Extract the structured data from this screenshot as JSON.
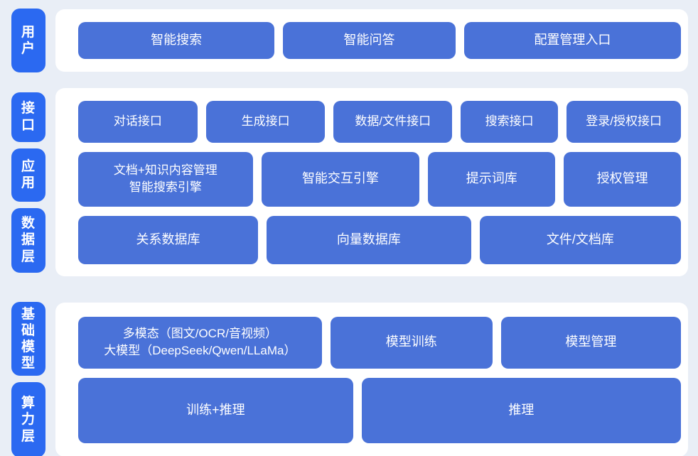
{
  "colors": {
    "page_bg": "#e9eef6",
    "panel_bg": "#ffffff",
    "tab_blue": "#2b69f1",
    "node_blue": "#4a72d8",
    "node_text": "#ffffff"
  },
  "sections": [
    {
      "tabs": [
        "用\n户"
      ],
      "rows": [
        [
          "智能搜索",
          "智能问答",
          "配置管理入口"
        ]
      ]
    },
    {
      "tabs": [
        "接\n口",
        "应\n用",
        "数\n据\n层"
      ],
      "rows": [
        [
          "对话接口",
          "生成接口",
          "数据/文件接口",
          "搜索接口",
          "登录/授权接口"
        ],
        [
          "文档+知识内容管理\n智能搜索引擎",
          "智能交互引擎",
          "提示词库",
          "授权管理"
        ],
        [
          "关系数据库",
          "向量数据库",
          "文件/文档库"
        ]
      ]
    },
    {
      "tabs": [
        "基\n础\n模\n型",
        "算\n力\n层"
      ],
      "rows": [
        [
          "多模态（图文/OCR/音视频）\n大模型（DeepSeek/Qwen/LLaMa）",
          "模型训练",
          "模型管理"
        ],
        [
          "训练+推理",
          "推理"
        ]
      ]
    }
  ]
}
